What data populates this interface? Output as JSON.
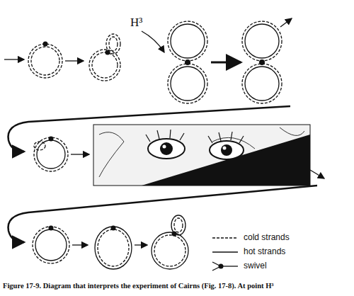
{
  "diagram": {
    "caption": "Figure 17-9. Diagram that interprets the experiment of Cairns (Fig. 17-8). At point H³",
    "labels": [
      "H³"
    ],
    "legend": [
      {
        "text": "cold strands"
      },
      {
        "text": "hot strands"
      },
      {
        "text": "swivel"
      }
    ]
  }
}
